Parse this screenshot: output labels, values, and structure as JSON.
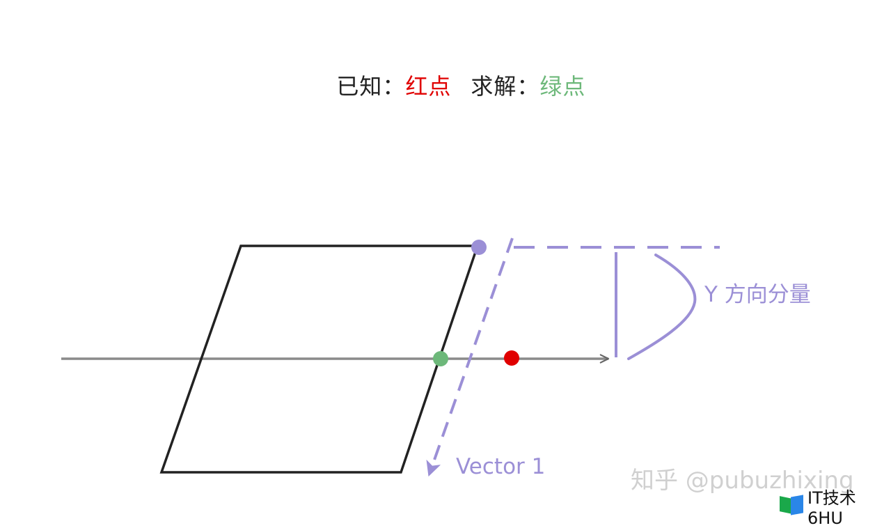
{
  "title": {
    "known_label": "已知：",
    "known_value": "红点",
    "solve_label": "求解：",
    "solve_value": "绿点"
  },
  "labels": {
    "y_component": "Y 方向分量",
    "vector": "Vector 1"
  },
  "watermark": "知乎 @pubuzhixing",
  "brand": {
    "text": "IT技术6HU"
  },
  "colors": {
    "text": "#222222",
    "red": "#e00000",
    "green": "#6db87a",
    "purple": "#9b8fd6",
    "shape": "#222222",
    "axis": "#8a8a8a"
  }
}
